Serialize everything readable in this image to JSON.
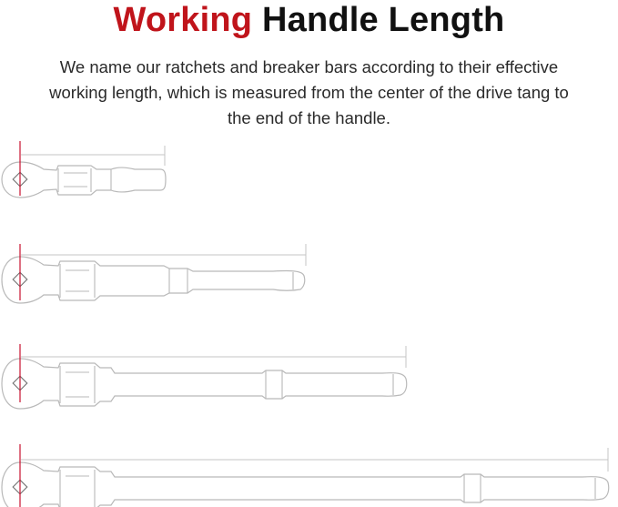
{
  "header": {
    "title_accent": "Working",
    "title_rest": "Handle Length"
  },
  "description": {
    "lines": [
      "We name our ratchets and breaker bars according to their effective",
      "working length, which is measured from the center of the drive tang to",
      "the end of the handle."
    ]
  },
  "colors": {
    "accent": "#c0141b",
    "center_mark": "#c8102e",
    "outline": "#b9b9b9"
  },
  "tools": [
    {
      "name": "ratchet-short",
      "relative_length": 0.25
    },
    {
      "name": "ratchet-medium",
      "relative_length": 0.49
    },
    {
      "name": "ratchet-long",
      "relative_length": 0.66
    },
    {
      "name": "ratchet-extra-long",
      "relative_length": 1.0
    }
  ]
}
